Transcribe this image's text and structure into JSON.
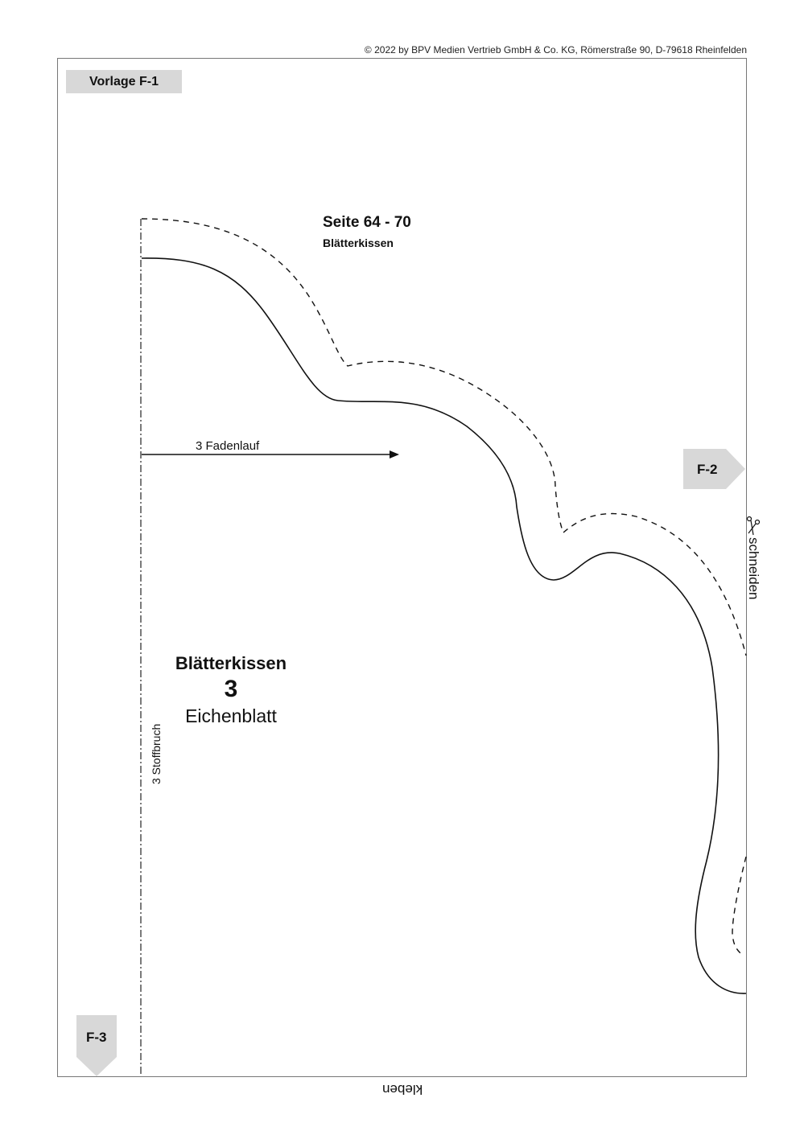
{
  "copyright": "© 2022 by BPV Medien Vertrieb GmbH & Co. KG, Römerstraße 90, D-79618 Rheinfelden",
  "template_label": "Vorlage F-1",
  "page_ref": "Seite 64 - 70",
  "page_ref_subtitle": "Blätterkissen",
  "grain_line": "3  Fadenlauf",
  "fold_line": "3  Stoffbruch",
  "piece": {
    "title": "Blätterkissen",
    "number": "3",
    "name": "Eichenblatt"
  },
  "cut_label": "schneiden",
  "glue_label": "kleben",
  "connectors": {
    "right": "F-2",
    "bottom": "F-3"
  },
  "colors": {
    "tab_fill": "#d8d8d8",
    "frame": "#777777"
  }
}
